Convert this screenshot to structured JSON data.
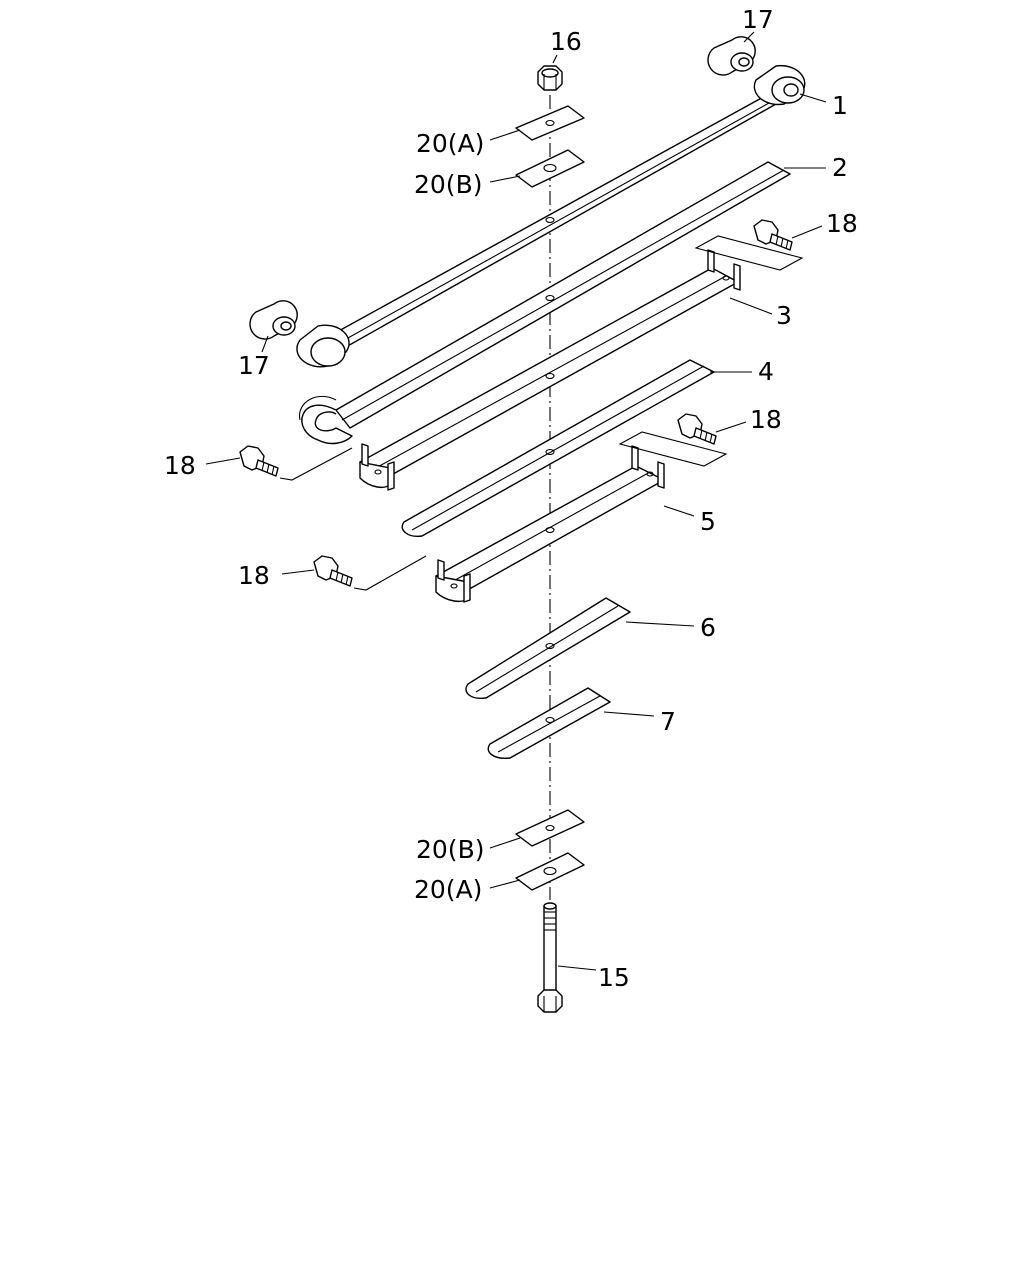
{
  "callouts": {
    "c1": "1",
    "c2": "2",
    "c3": "3",
    "c4": "4",
    "c5": "5",
    "c6": "6",
    "c7": "7",
    "c15": "15",
    "c16": "16",
    "c17_top": "17",
    "c17_left": "17",
    "c18_right_top": "18",
    "c18_right_mid": "18",
    "c18_left_top": "18",
    "c18_left_bottom": "18",
    "c20a_top": "20(A)",
    "c20b_top": "20(B)",
    "c20b_bottom": "20(B)",
    "c20a_bottom": "20(A)"
  }
}
